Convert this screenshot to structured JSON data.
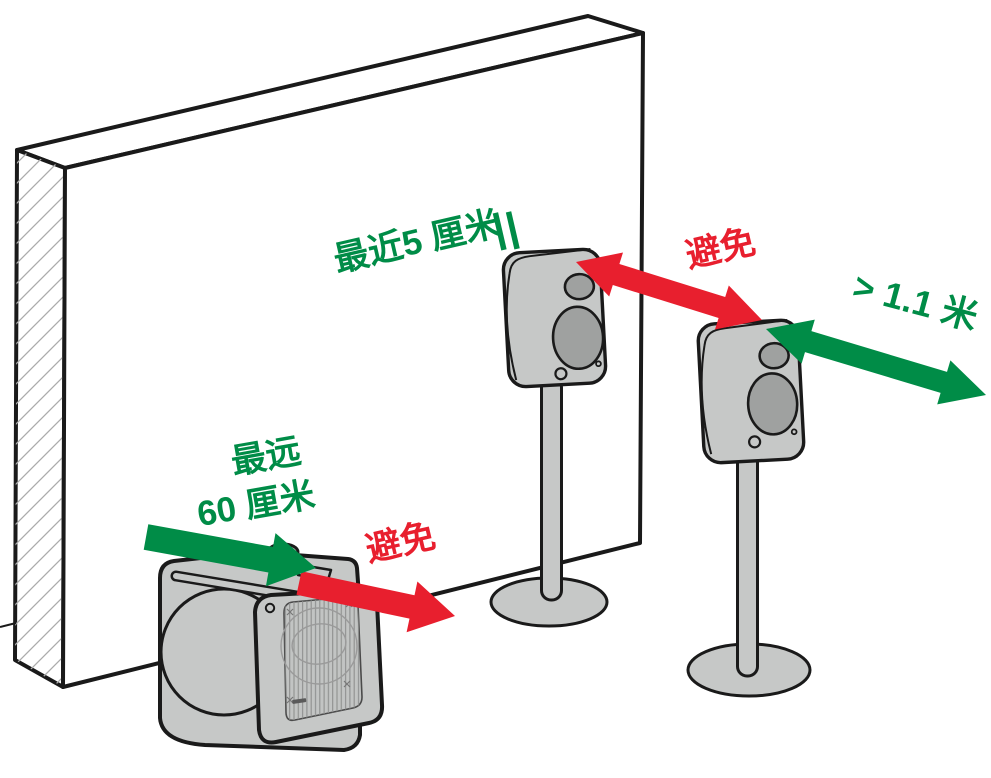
{
  "page": {
    "background": "#ffffff",
    "description_visible_objects": [
      "wall cross-section with hatching",
      "left speaker on floor stand",
      "right speaker on floor stand",
      "subwoofer"
    ]
  },
  "colors": {
    "recommended_green": "#008C47",
    "avoid_red": "#E81F2E",
    "device_body_gray": "#C6C8C7",
    "device_driver_gray": "#9FA1A0",
    "outline_black": "#1A1A1A"
  },
  "labels": {
    "min_distance_to_wall": "最近5 厘米",
    "min_distance_gap_symbol": "‖",
    "avoid_between_speakers": "避免",
    "min_listening_distance": "> 1.1 米",
    "subwoofer_max_line1": "最远",
    "subwoofer_max_line2": "60 厘米",
    "avoid_behind_subwoofer": "避免"
  },
  "arrows": [
    {
      "id": "speaker-wall-gap-avoid",
      "color": "red",
      "double_headed": true,
      "label": "避免"
    },
    {
      "id": "listening-distance",
      "color": "green",
      "double_headed": true,
      "label": "> 1.1 米"
    },
    {
      "id": "subwoofer-max-distance",
      "color": "green",
      "double_headed": false,
      "label": "最远 60 厘米"
    },
    {
      "id": "subwoofer-avoid",
      "color": "red",
      "double_headed": false,
      "label": "避免"
    }
  ]
}
